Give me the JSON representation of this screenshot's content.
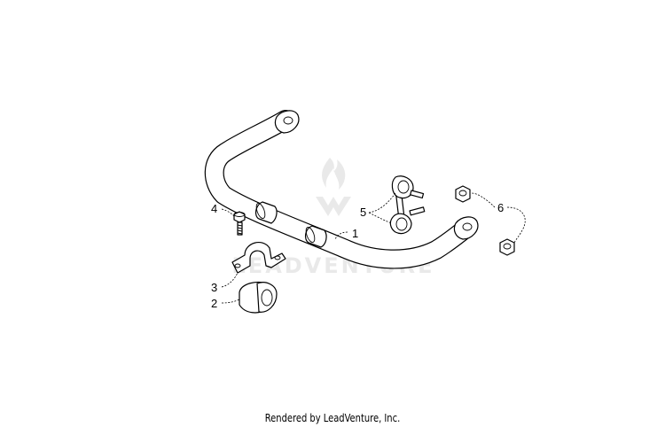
{
  "watermark": {
    "text": "LEADVENTURE",
    "icon": "flame-logo",
    "color": "#e9e9e9"
  },
  "callouts": [
    {
      "id": "1",
      "label": "1"
    },
    {
      "id": "2",
      "label": "2"
    },
    {
      "id": "3",
      "label": "3"
    },
    {
      "id": "4",
      "label": "4"
    },
    {
      "id": "5",
      "label": "5"
    },
    {
      "id": "6",
      "label": "6"
    }
  ],
  "footer": {
    "text": "Rendered by LeadVenture, Inc."
  }
}
